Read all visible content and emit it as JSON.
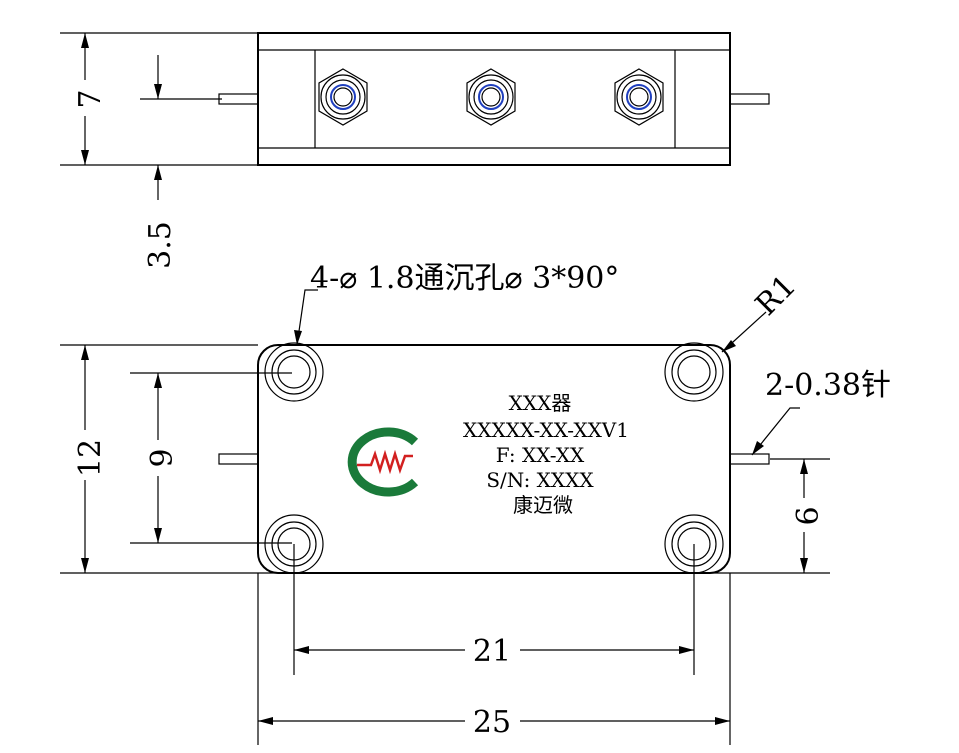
{
  "drawing": {
    "dimensions": {
      "side_height": "7",
      "side_offset": "3.5",
      "front_height": "12",
      "hole_spacing_vertical": "9",
      "pin_height": "6",
      "hole_spacing_horizontal": "21",
      "overall_width": "25"
    },
    "callouts": {
      "holes": "4-⌀ 1.8通沉孔⌀ 3*90°",
      "corner_radius": "R1",
      "pins": "2-0.38针"
    },
    "label": {
      "line1": "XXX器",
      "line2": "XXXXX-XX-XXV1",
      "line3": "F: XX-XX",
      "line4": "S/N: XXXX",
      "line5": "康迈微"
    },
    "logo": {
      "name": "kangmaiwei-logo",
      "ring_color": "#1a7a3a",
      "wave_color": "#d22020",
      "stroke_color": "#222222"
    },
    "connector_center_color": "#1f3fbf"
  }
}
